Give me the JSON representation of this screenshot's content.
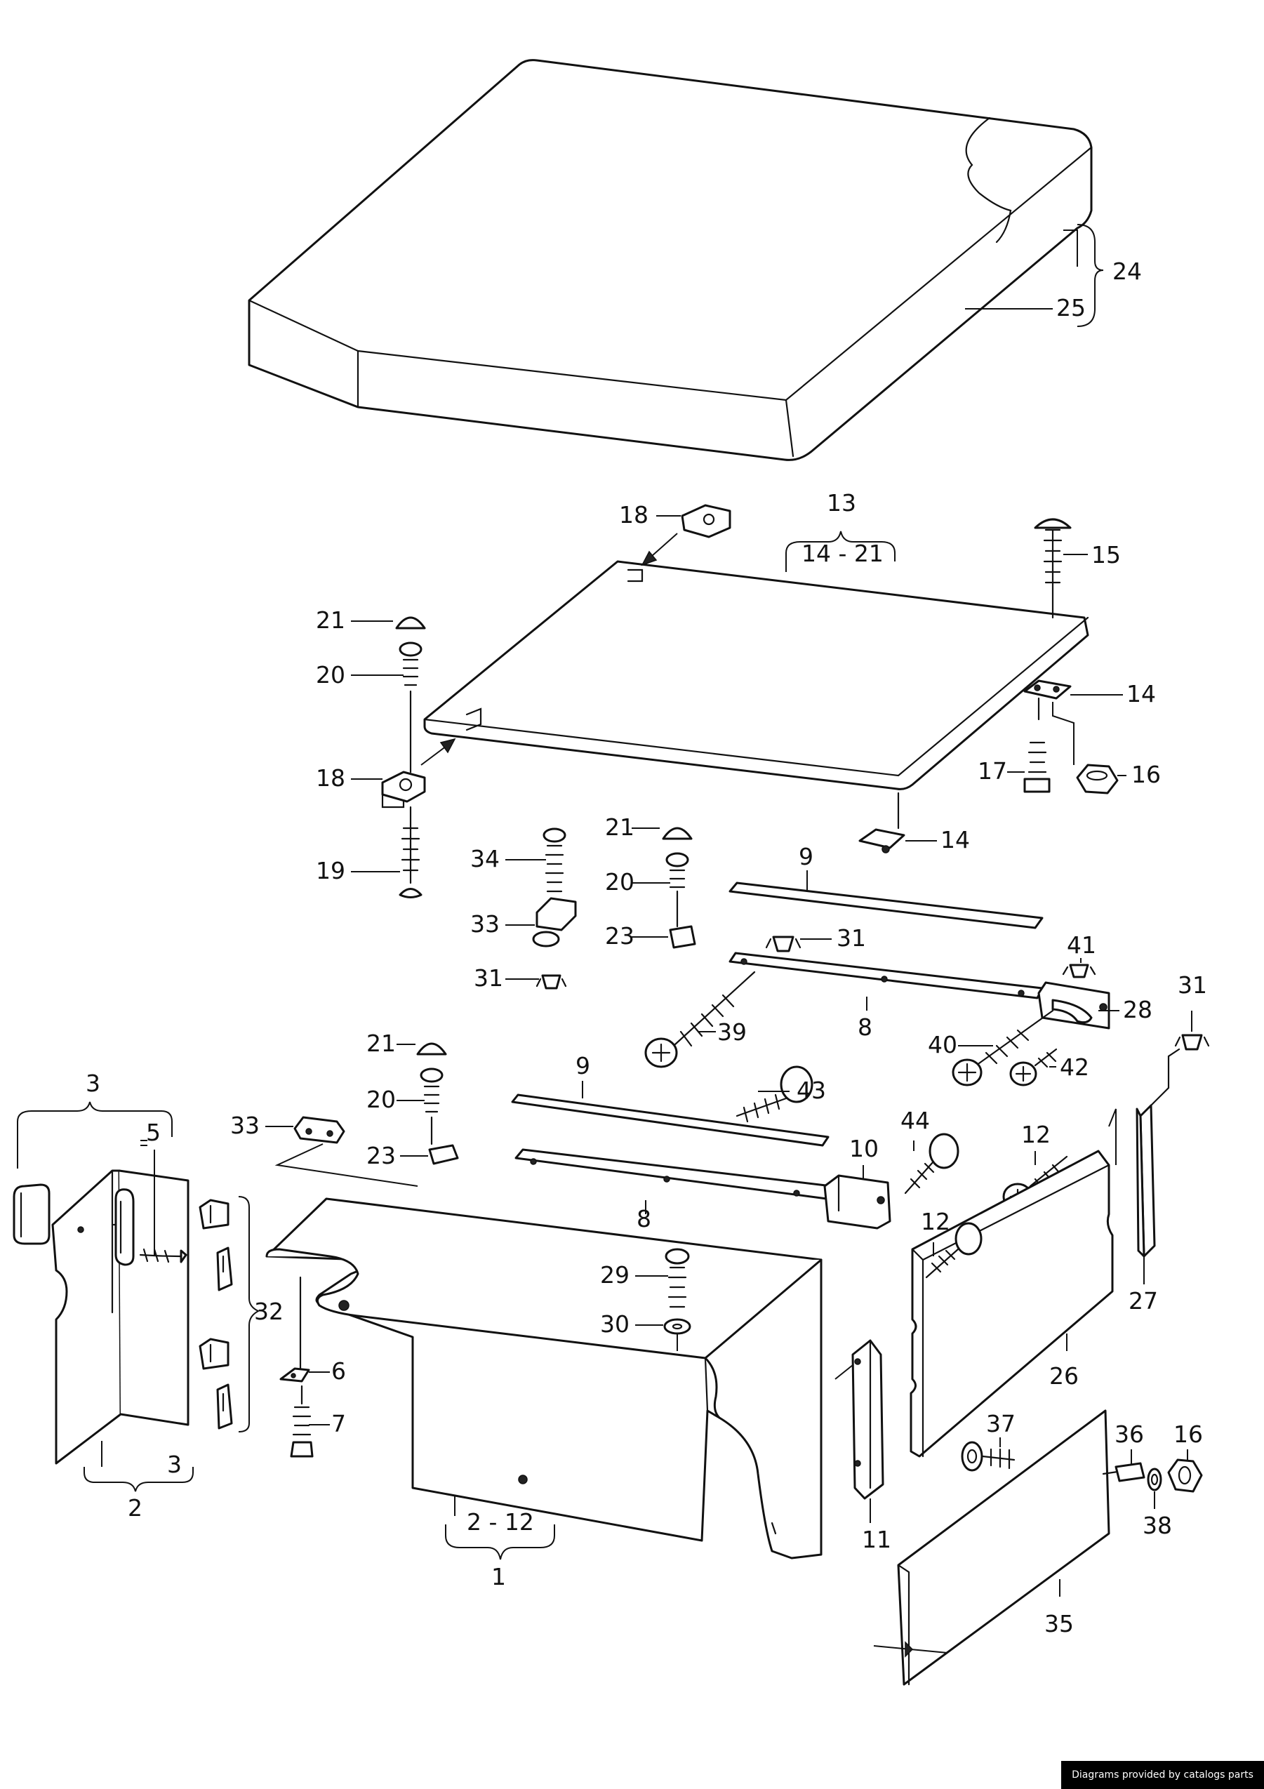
{
  "diagram": {
    "callouts": {
      "c1": "1",
      "c2": "2",
      "c3a": "3",
      "c3b": "3",
      "c5": "5",
      "c6": "6",
      "c7": "7",
      "c8a": "8",
      "c8b": "8",
      "c9a": "9",
      "c9b": "9",
      "c10": "10",
      "c11": "11",
      "c12a": "12",
      "c12b": "12",
      "c13": "13",
      "c13range": "14 - 21",
      "c14a": "14",
      "c14b": "14",
      "c15": "15",
      "c16a": "16",
      "c16b": "16",
      "c17": "17",
      "c18a": "18",
      "c18b": "18",
      "c19": "19",
      "c20a": "20",
      "c20b": "20",
      "c20c": "20",
      "c21a": "21",
      "c21b": "21",
      "c21c": "21",
      "c23a": "23",
      "c23b": "23",
      "c24": "24",
      "c25": "25",
      "c26": "26",
      "c27": "27",
      "c28": "28",
      "c29": "29",
      "c30": "30",
      "c31a": "31",
      "c31b": "31",
      "c31c": "31",
      "c32": "32",
      "c33a": "33",
      "c33b": "33",
      "c34": "34",
      "c35": "35",
      "c36": "36",
      "c37": "37",
      "c38": "38",
      "c39": "39",
      "c40": "40",
      "c41": "41",
      "c42": "42",
      "c43": "43",
      "c44": "44",
      "c1range": "2 - 12"
    }
  },
  "footer": {
    "credit": "Diagrams provided by catalogs parts"
  }
}
